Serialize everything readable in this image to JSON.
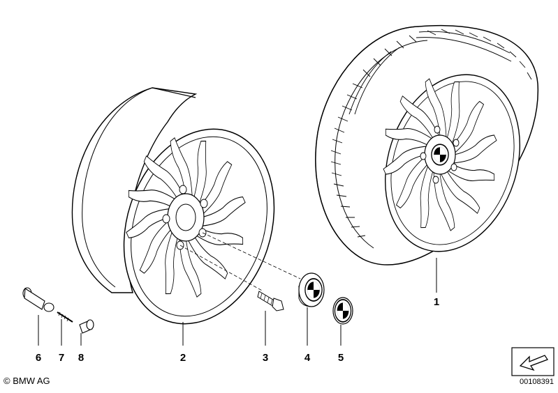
{
  "diagram": {
    "labels": [
      "1",
      "2",
      "3",
      "4",
      "5",
      "6",
      "7",
      "8"
    ],
    "copyright": "© BMW AG",
    "drawing_id": "00108391",
    "nav_arrow_icon": "arrow-down-left-icon",
    "line_color": "#000000",
    "background": "#ffffff"
  }
}
